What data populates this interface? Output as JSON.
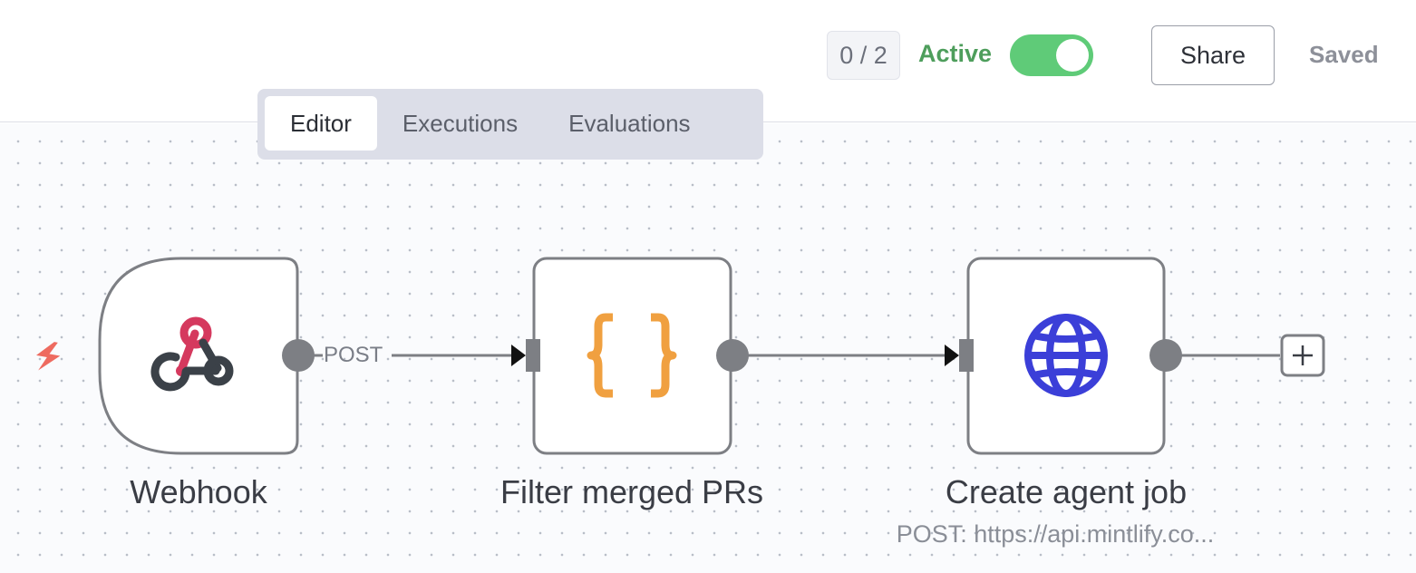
{
  "header": {
    "counter": "0 / 2",
    "active_label": "Active",
    "active": true,
    "share_label": "Share",
    "status": "Saved"
  },
  "tabs": [
    {
      "label": "Editor",
      "selected": true
    },
    {
      "label": "Executions",
      "selected": false
    },
    {
      "label": "Evaluations",
      "selected": false
    }
  ],
  "nodes": [
    {
      "id": "webhook",
      "label": "Webhook",
      "icon": "webhook-icon",
      "trigger_icon": "lightning-icon"
    },
    {
      "id": "filter",
      "label": "Filter merged PRs",
      "icon": "braces-icon"
    },
    {
      "id": "create-job",
      "label": "Create agent job",
      "subtitle": "POST: https://api.mintlify.co...",
      "icon": "globe-icon"
    }
  ],
  "edges": [
    {
      "from": "webhook",
      "to": "filter",
      "label": "POST"
    },
    {
      "from": "filter",
      "to": "create-job",
      "label": ""
    }
  ],
  "colors": {
    "active_green": "#4e9e5c",
    "toggle_green": "#5fcb78",
    "trigger": "#ee6b60",
    "webhook_pink": "#d5395e",
    "webhook_dark": "#3b4148",
    "braces_orange": "#f0a040",
    "globe_blue": "#3b3fd8",
    "node_border": "#7d7f84"
  }
}
